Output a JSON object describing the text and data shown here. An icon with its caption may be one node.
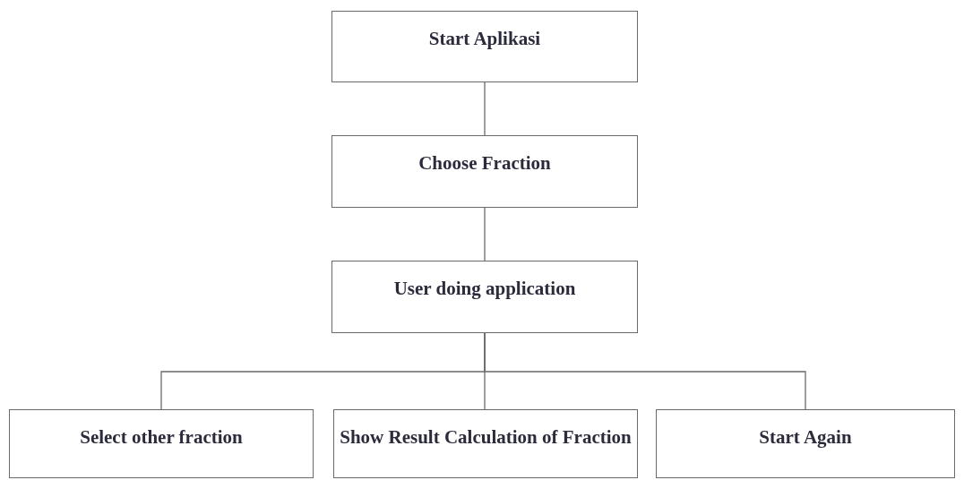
{
  "diagram": {
    "nodes": [
      {
        "text": [
          "Start Aplikasi"
        ]
      },
      {
        "text": [
          "Choose Fraction"
        ]
      },
      {
        "text": [
          "User doing application"
        ]
      },
      {
        "text": [
          "Select other fraction"
        ]
      },
      {
        "text": [
          "Show Result Calculation of Fraction"
        ]
      },
      {
        "text": [
          "Start Again"
        ]
      }
    ],
    "edges": [
      {
        "from": 0,
        "to": 1,
        "arrow": "none"
      },
      {
        "from": 1,
        "to": 2,
        "arrow": "none"
      },
      {
        "from": 2,
        "to": 3,
        "arrow": "none"
      },
      {
        "from": 2,
        "to": 4,
        "arrow": "none"
      },
      {
        "from": 2,
        "to": 5,
        "arrow": "none"
      }
    ]
  }
}
